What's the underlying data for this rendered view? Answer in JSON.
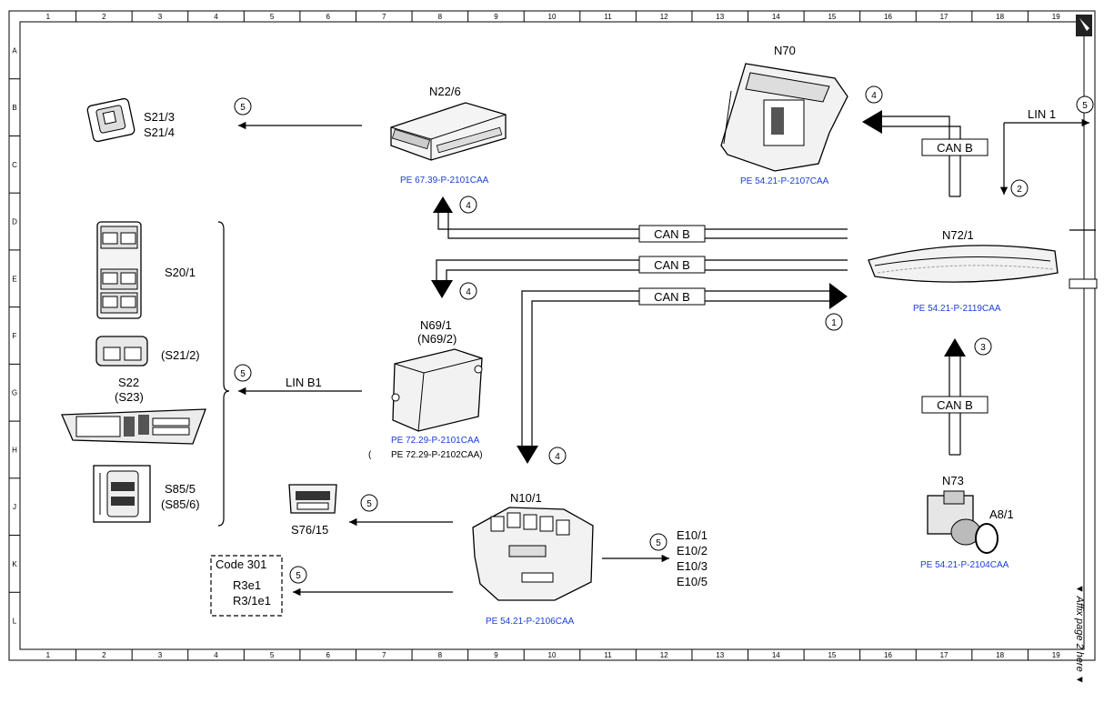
{
  "grid": {
    "columns": [
      "1",
      "2",
      "3",
      "4",
      "5",
      "6",
      "7",
      "8",
      "9",
      "10",
      "11",
      "12",
      "13",
      "14",
      "15",
      "16",
      "17",
      "18",
      "19"
    ],
    "rows": [
      "A",
      "B",
      "C",
      "D",
      "E",
      "F",
      "G",
      "H",
      "J",
      "K",
      "L"
    ]
  },
  "components": {
    "n70": "N70",
    "n22_6": "N22/6",
    "n72_1": "N72/1",
    "n69": "N69/1",
    "n69_alt": "(N69/2)",
    "n10_1": "N10/1",
    "n73": "N73",
    "a8_1": "A8/1",
    "s21_3": "S21/3",
    "s21_4": "S21/4",
    "s20_1": "S20/1",
    "s21_2": "(S21/2)",
    "s22": "S22",
    "s23": "(S23)",
    "s85_5": "S85/5",
    "s85_6": "(S85/6)",
    "s76_15": "S76/15",
    "code301": "Code 301",
    "r3e1": "R3e1",
    "r3_1e1": "R3/1e1",
    "e10_1": "E10/1",
    "e10_2": "E10/2",
    "e10_3": "E10/3",
    "e10_5": "E10/5"
  },
  "refs": {
    "n22_6": "PE 67.39-P-2101CAA",
    "n70": "PE 54.21-P-2107CAA",
    "n72_1": "PE 54.21-P-2119CAA",
    "n69": "PE 72.29-P-2101CAA",
    "n69_alt_paren": "(",
    "n69_alt": "PE 72.29-P-2102CAA)",
    "n10_1": "PE 54.21-P-2106CAA",
    "n73": "PE 54.21-P-2104CAA"
  },
  "buses": {
    "can_b": "CAN B",
    "lin_1": "LIN 1",
    "lin_b1": "LIN B1"
  },
  "markers": {
    "m1": "1",
    "m2": "2",
    "m3": "3",
    "m4": "4",
    "m5": "5"
  },
  "affix": "▼ Affix page 2 here ▼"
}
